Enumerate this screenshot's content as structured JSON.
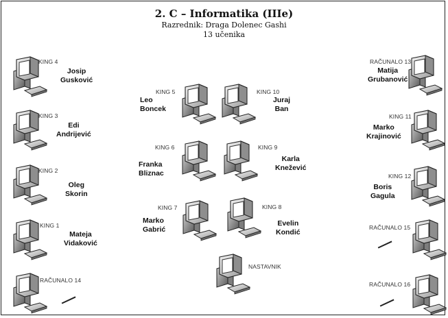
{
  "header": {
    "title": "2. C – Informatika (IIIe)",
    "teacher_line": "Razrednik: Draga Dolenec Gashi",
    "count_line": "13 učenika"
  },
  "stations": {
    "king4": {
      "label": "KING 4",
      "first": "Josip",
      "last": "Gusković"
    },
    "king3": {
      "label": "KING 3",
      "first": "Edi",
      "last": "Andrijević"
    },
    "king2": {
      "label": "KING 2",
      "first": "Oleg",
      "last": "Skorin"
    },
    "king1": {
      "label": "KING 1",
      "first": "Mateja",
      "last": "Vidaković"
    },
    "racunalo14": {
      "label": "RAČUNALO 14"
    },
    "king5": {
      "label": "KING 5",
      "first": "Leo",
      "last": "Boncek"
    },
    "king10": {
      "label": "KING 10",
      "first": "Juraj",
      "last": "Ban"
    },
    "king6": {
      "label": "KING 6",
      "first": "Franka",
      "last": "Bliznac"
    },
    "king9": {
      "label": "KING 9",
      "first": "Karla",
      "last": "Knežević"
    },
    "king7": {
      "label": "KING 7",
      "first": "Marko",
      "last": "Gabrić"
    },
    "king8": {
      "label": "KING 8",
      "first": "Evelin",
      "last": "Kondić"
    },
    "nastavnik": {
      "label": "NASTAVNIK"
    },
    "racunalo13": {
      "label": "RAČUNALO 13",
      "first": "Matija",
      "last": "Grubanović"
    },
    "king11": {
      "label": "KING 11",
      "first": "Marko",
      "last": "Krajinović"
    },
    "king12": {
      "label": "KING 12",
      "first": "Boris",
      "last": "Gagula"
    },
    "racunalo15": {
      "label": "RAČUNALO 15"
    },
    "racunalo16": {
      "label": "RAČUNALO 16"
    }
  }
}
